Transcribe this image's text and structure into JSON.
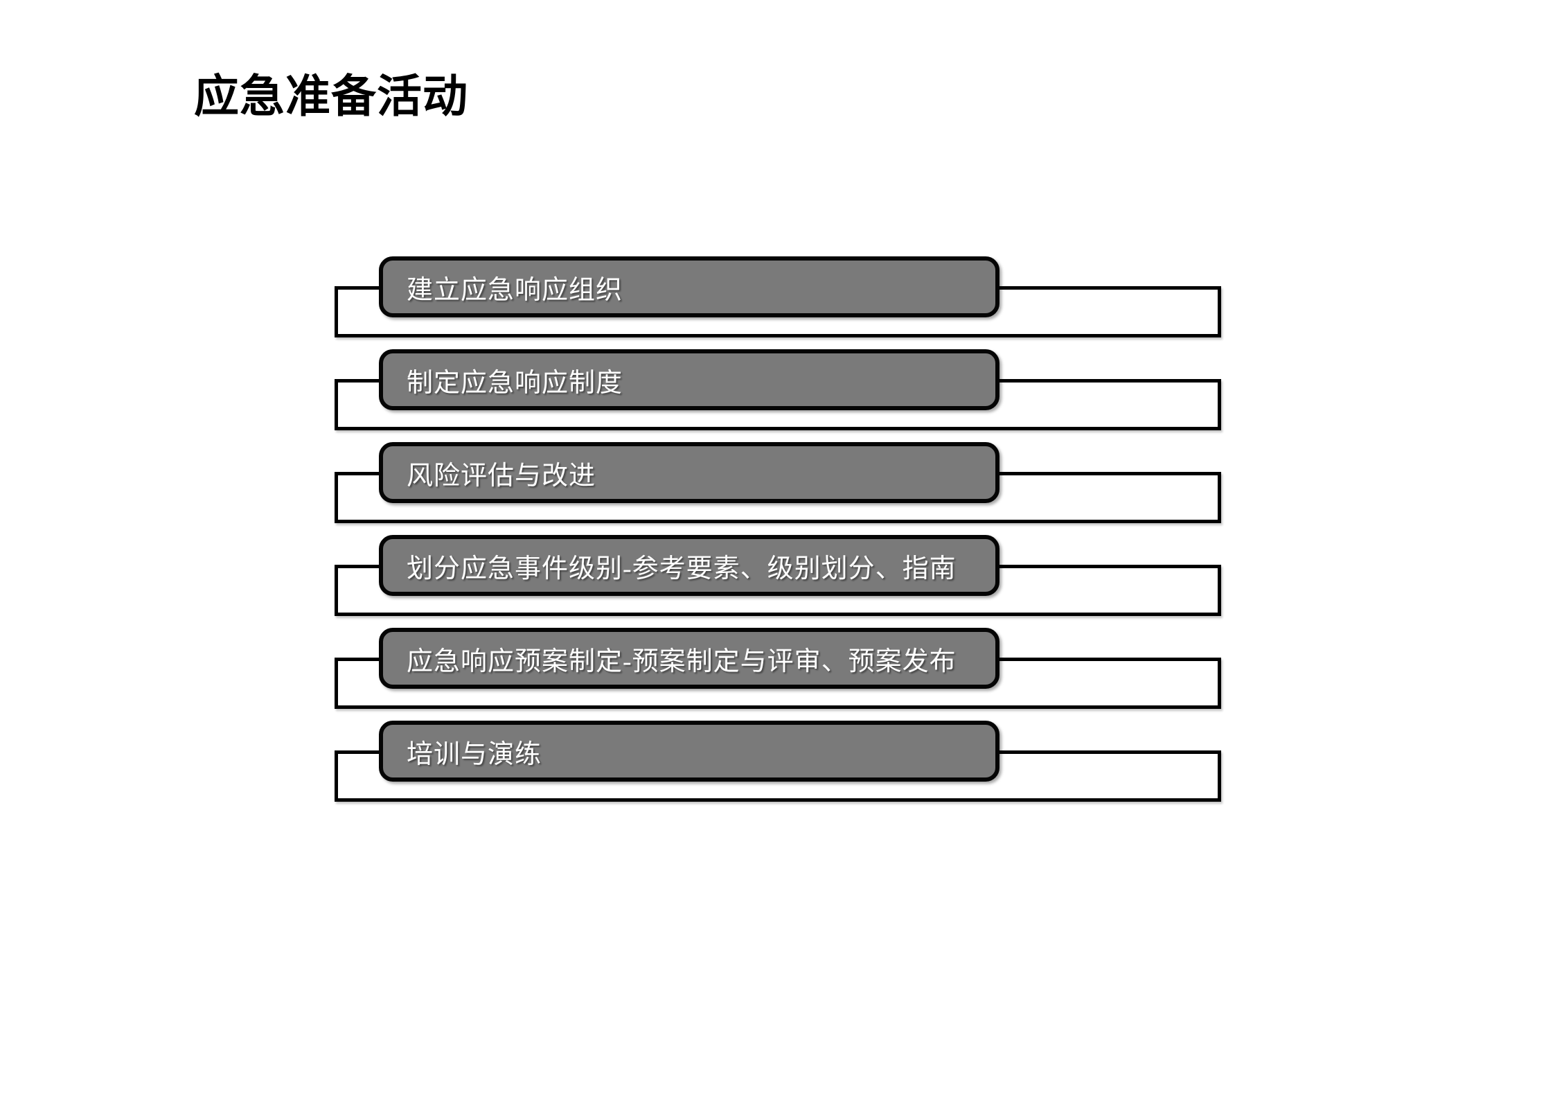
{
  "slide": {
    "title": "应急准备活动"
  },
  "steps": [
    {
      "label": "建立应急响应组织"
    },
    {
      "label": "制定应急响应制度"
    },
    {
      "label": "风险评估与改进"
    },
    {
      "label": "划分应急事件级别-参考要素、级别划分、指南"
    },
    {
      "label": "应急响应预案制定-预案制定与评审、预案发布"
    },
    {
      "label": "培训与演练"
    }
  ],
  "colors": {
    "background": "#ffffff",
    "title_text": "#000000",
    "pill_fill": "#7a7a7a",
    "pill_border": "#050505",
    "pill_text": "#ffffff",
    "track_fill": "#ffffff",
    "track_border": "#000000"
  }
}
